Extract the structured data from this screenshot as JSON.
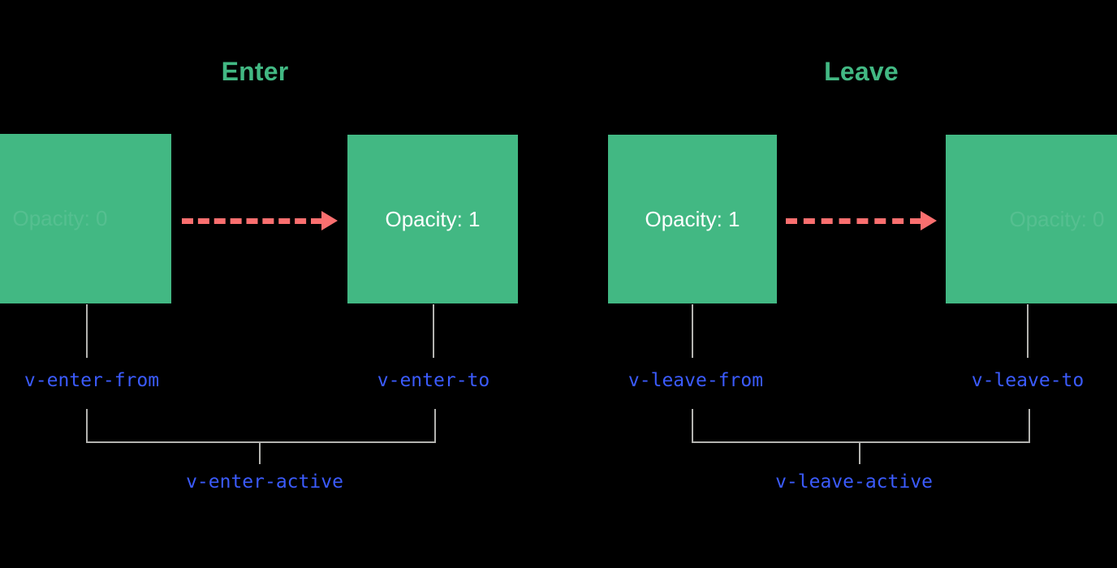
{
  "diagram": {
    "title_enter": "Enter",
    "title_leave": "Leave",
    "colors": {
      "background": "#000000",
      "box_green": "#42b883",
      "title_green": "#42b883",
      "arrow_red": "#fa6f6f",
      "class_blue": "#3b5bfd",
      "connector_gray": "#b3b3b0",
      "box_text": "#ffffff"
    }
  },
  "enter": {
    "title": "Enter",
    "from_box": {
      "text": "Opacity: 0",
      "opacity_state": "faded"
    },
    "to_box": {
      "text": "Opacity: 1",
      "opacity_state": "solid"
    },
    "arrow": "dashed-right-arrow",
    "from_class": "v-enter-from",
    "to_class": "v-enter-to",
    "active_class": "v-enter-active"
  },
  "leave": {
    "title": "Leave",
    "from_box": {
      "text": "Opacity: 1",
      "opacity_state": "solid"
    },
    "to_box": {
      "text": "Opacity: 0",
      "opacity_state": "faded"
    },
    "arrow": "dashed-right-arrow",
    "from_class": "v-leave-from",
    "to_class": "v-leave-to",
    "active_class": "v-leave-active"
  }
}
